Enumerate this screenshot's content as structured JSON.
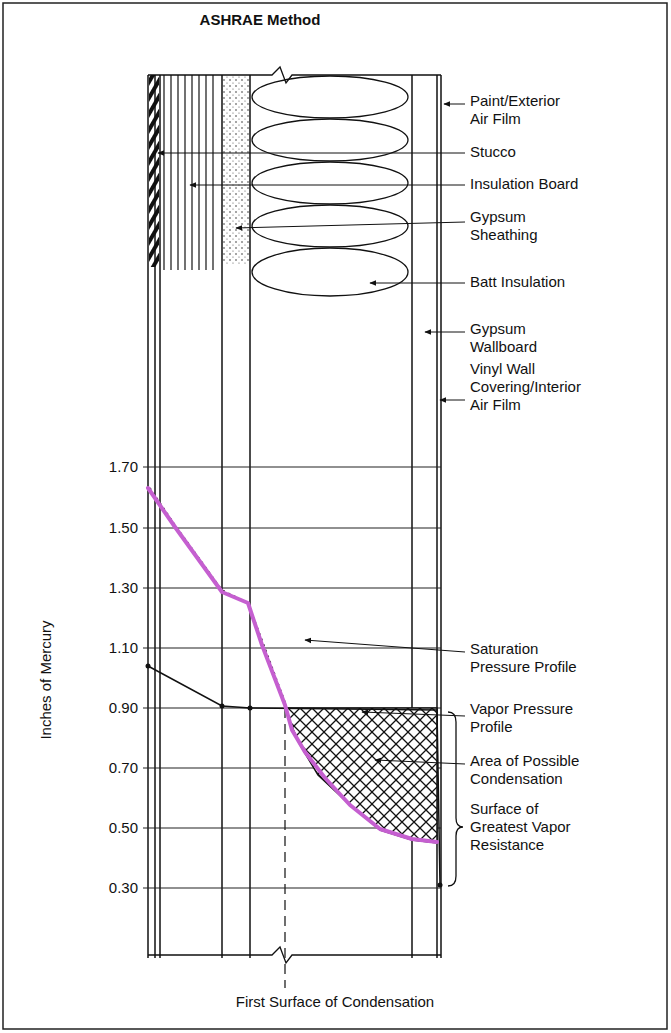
{
  "diagram": {
    "title": "ASHRAE Method",
    "labels": [
      "Paint/Exterior Air Film",
      "Stucco",
      "Insulation Board",
      "Gypsum Sheathing",
      "Batt Insulation",
      "Gypsum Wallboard",
      "Vinyl Wall Covering/Interior Air Film",
      "1.70",
      "1.50",
      "1.30",
      "1.10",
      "0.90",
      "0.70",
      "0.50",
      "0.30",
      "Inches of Mercury",
      "Saturation Pressure Profile",
      "Vapor Pressure Profile",
      "Area of Possible Condensation",
      "Surface of Greatest Vapor Resistance",
      "First Surface of Condensation"
    ]
  }
}
